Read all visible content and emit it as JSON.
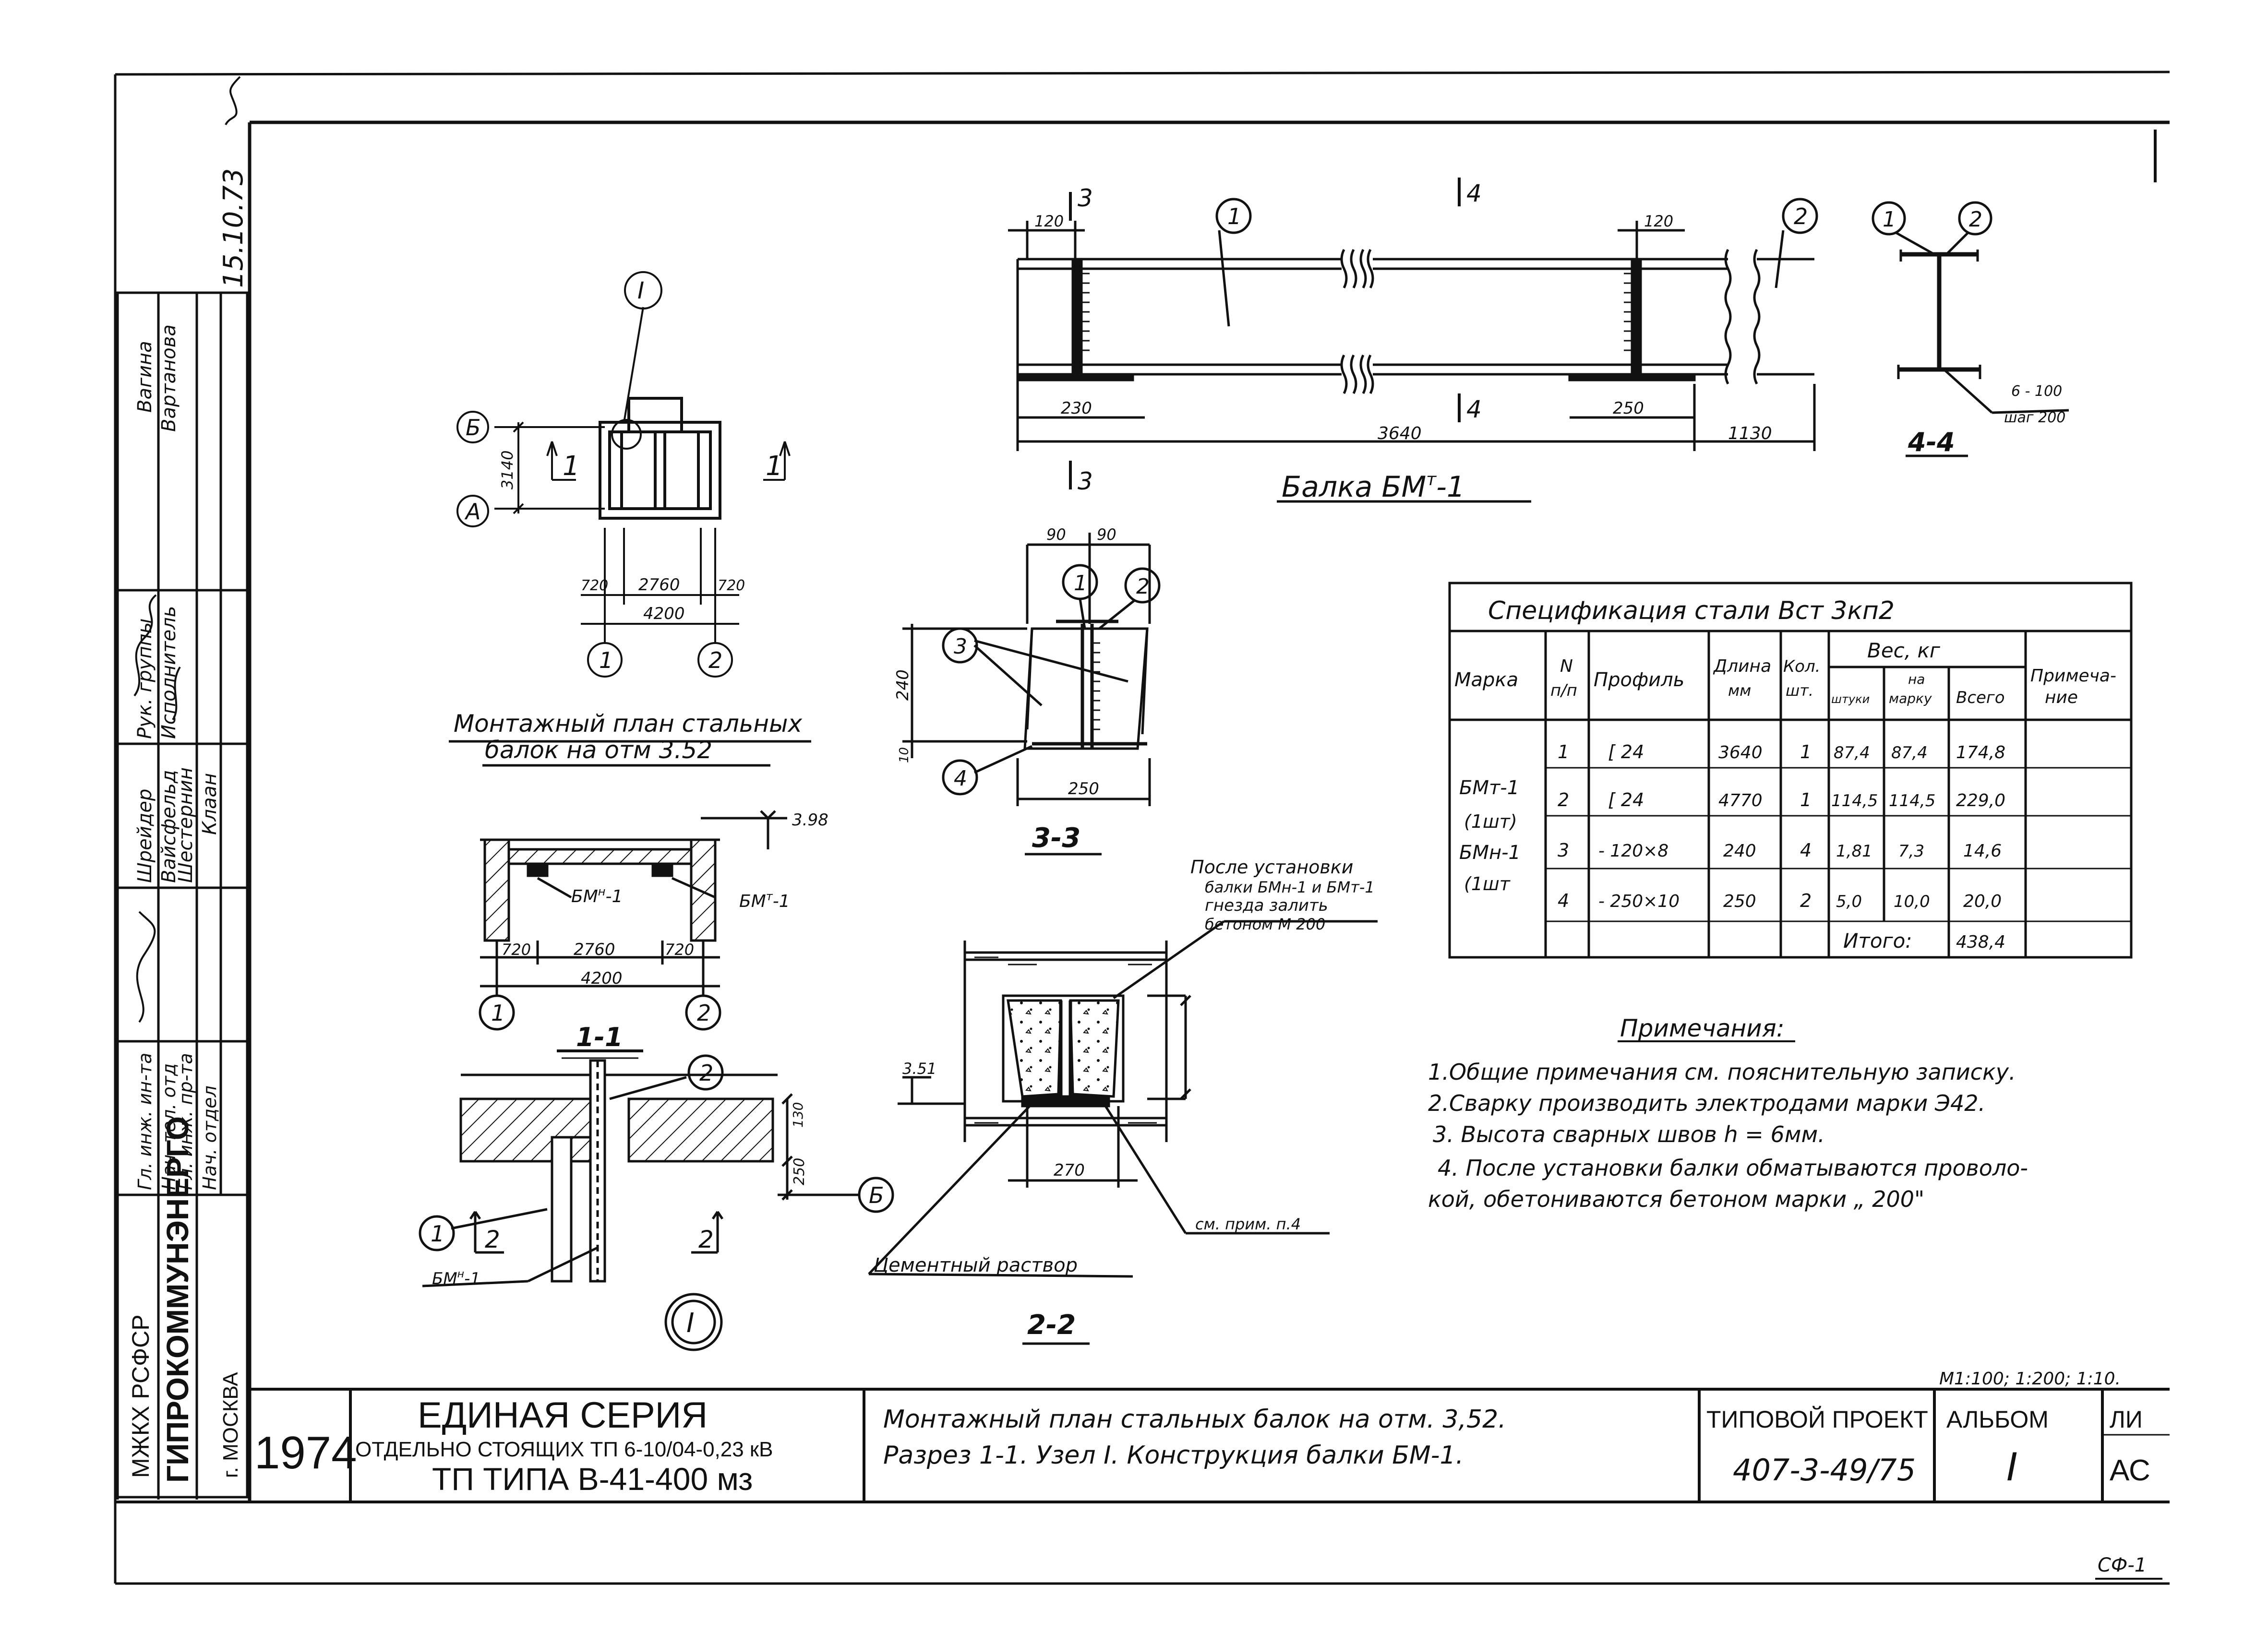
{
  "stamp": {
    "org_line1": "МЖКХ РСФСР",
    "org_line2": "ГИПРОКОММУНЭНЕРГО",
    "org_line3": "г. МОСКВА",
    "date": "15.10.73",
    "roles": [
      "Гл. инж. ин-та",
      "Нач. тел. отд",
      "Гл. инж. пр-та",
      "Нач. отдел",
      "Рук. группы",
      "Исполнитель",
      "Вагина",
      "Вартанова",
      "Шрейдер",
      "Вайсфельд",
      "Шестернин",
      "Клаан"
    ]
  },
  "plan": {
    "title_line1": "Монтажный план стальных",
    "title_line2": "балок на отм 3.52",
    "node_mark": "I",
    "axis_b": "Б",
    "axis_a": "А",
    "dim_3140": "3140",
    "dim_720a": "720",
    "dim_2760": "2760",
    "dim_720b": "720",
    "dim_4200": "4200",
    "axis_1": "1",
    "axis_2": "2",
    "cut_left": "1",
    "cut_right": "1"
  },
  "section11": {
    "title": "1-1",
    "level": "3.98",
    "beam_left": "БМ",
    "beam_left_sup": "н",
    "beam_left_suf": "-1",
    "beam_right": "БМ",
    "beam_right_sup": "т",
    "beam_right_suf": "-1",
    "dim_720a": "720",
    "dim_2760": "2760",
    "dim_720b": "720",
    "dim_4200": "4200",
    "axis_1": "1",
    "axis_2": "2"
  },
  "node": {
    "mark": "I",
    "callout_1": "1",
    "callout_2": "2",
    "axis_b": "Б",
    "dim_130": "130",
    "dim_250": "250",
    "cut_left": "2",
    "cut_right": "2",
    "beam_label": "БМ",
    "beam_label_sup": "н",
    "beam_label_suf": "-1"
  },
  "beam_elevation": {
    "cut_3": "3",
    "cut_4": "4",
    "callout_1": "1",
    "callout_2": "2",
    "dim_120a": "120",
    "dim_120b": "120",
    "dim_230": "230",
    "dim_250": "250",
    "dim_3640": "3640",
    "dim_1130": "1130",
    "title": "Балка БМ",
    "title_sup": "т",
    "title_suf": "-1"
  },
  "section44": {
    "title": "4-4",
    "callout_1": "1",
    "callout_2": "2",
    "weld_line1": "6 - 100",
    "weld_line2": "шаг 200"
  },
  "section33": {
    "title": "3-3",
    "dim_90a": "90",
    "dim_90b": "90",
    "dim_240": "240",
    "dim_10": "10",
    "dim_250": "250",
    "callout_1": "1",
    "callout_2": "2",
    "callout_3": "3",
    "callout_4": "4"
  },
  "section22": {
    "title": "2-2",
    "note_line1": "После установки",
    "note_line2": "балки БМн-1 и БМт-1",
    "note_line3": "гнезда залить",
    "note_line4": "бетоном М 200",
    "level": "3.51",
    "dim_270": "270",
    "ref_note": "см. прим. п.4",
    "mortar": "Цементный раствор"
  },
  "spec_table": {
    "title": "Спецификация стали Вст 3кп2",
    "headers": {
      "mark": "Марка",
      "num_line1": "N",
      "num_line2": "п/п",
      "profile": "Профиль",
      "length_line1": "Длина",
      "length_line2": "мм",
      "qty_line1": "Кол.",
      "qty_line2": "шт.",
      "weight": "Вес, кг",
      "per_piece": "штуки",
      "per_mark_line1": "на",
      "per_mark_line2": "марку",
      "total": "Всего",
      "note_line1": "Примеча-",
      "note_line2": "ние"
    },
    "marks": [
      "БМт-1",
      "(1шт)",
      "БМн-1",
      "(1шт"
    ],
    "rows": [
      {
        "n": "1",
        "profile": "[ 24",
        "length": "3640",
        "qty": "1",
        "piece": "87,4",
        "mark": "87,4",
        "total": "174,8"
      },
      {
        "n": "2",
        "profile": "[ 24",
        "length": "4770",
        "qty": "1",
        "piece": "114,5",
        "mark": "114,5",
        "total": "229,0"
      },
      {
        "n": "3",
        "profile": "- 120×8",
        "length": "240",
        "qty": "4",
        "piece": "1,81",
        "mark": "7,3",
        "total": "14,6"
      },
      {
        "n": "4",
        "profile": "- 250×10",
        "length": "250",
        "qty": "2",
        "piece": "5,0",
        "mark": "10,0",
        "total": "20,0"
      }
    ],
    "total_label": "Итого:",
    "total_value": "438,4"
  },
  "notes": {
    "title": "Примечания:",
    "items": [
      "1.Общие примечания см. пояснительную записку.",
      "2.Сварку производить электродами марки Э42.",
      "3. Высота сварных швов h = 6мм.",
      "4. После установки балки обматываются проволо-",
      "кой, обетониваются бетоном марки „ 200\""
    ]
  },
  "title_block": {
    "scale": "М1:100; 1:200; 1:10.",
    "year": "1974",
    "series_line1": "ЕДИНАЯ СЕРИЯ",
    "series_line2": "ОТДЕЛЬНО СТОЯЩИХ ТП 6-10/04-0,23 кВ",
    "series_line3": "ТП ТИПА В-41-400 мз",
    "desc_line1": "Монтажный план стальных балок на отм. 3,52.",
    "desc_line2": "Разрез 1-1. Узел I. Конструкция балки БМ-1.",
    "project_label": "ТИПОВОЙ ПРОЕКТ",
    "project_value": "407-3-49/75",
    "album_label": "АЛЬБОМ",
    "album_value": "I",
    "sheet_label": "ЛИ",
    "sheet_value": "АС",
    "sheet_code": "СФ-1"
  },
  "colors": {
    "ink": "#111111",
    "paper": "#ffffff"
  }
}
